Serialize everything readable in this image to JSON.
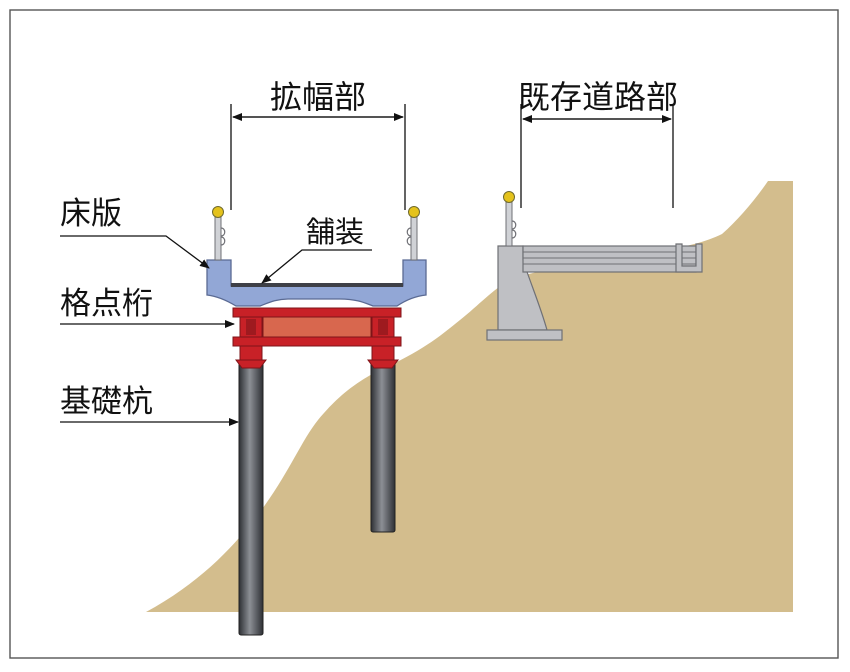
{
  "labels": {
    "widening": "拡幅部",
    "existing_road": "既存道路部",
    "slab": "床版",
    "pavement": "舗装",
    "lattice_girder": "格点桁",
    "foundation_pile": "基礎杭"
  },
  "colors": {
    "ground": "#D3BD8D",
    "slab": "#92A7D6",
    "slab_stroke": "#5A6A93",
    "girder_red": "#C82127",
    "girder_red_dark": "#7E1418",
    "girder_web": "#D8674E",
    "pile": "#45484E",
    "pile_light": "#8A8D92",
    "pavement": "#3E4047",
    "concrete": "#BFC0C4",
    "concrete_stroke": "#6F7075",
    "railing": "#D0D2D6",
    "railing_ball": "#E4C21C",
    "line": "#111111",
    "frame": "#555555"
  }
}
